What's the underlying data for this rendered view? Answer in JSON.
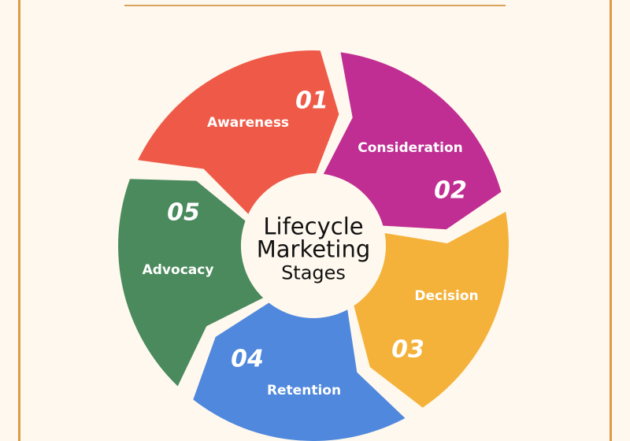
{
  "title": "Lifecycle Marketing Stages",
  "center": {
    "line1": "Lifecycle",
    "line2": "Marketing",
    "line3": "Stages"
  },
  "stages": [
    {
      "number": "01",
      "label": "Awareness",
      "color": "#EE5A47"
    },
    {
      "number": "02",
      "label": "Consideration",
      "color": "#C02E93"
    },
    {
      "number": "03",
      "label": "Decision",
      "color": "#F4B23A"
    },
    {
      "number": "04",
      "label": "Retention",
      "color": "#4F88DC"
    },
    {
      "number": "05",
      "label": "Advocacy",
      "color": "#4A8A5C"
    }
  ],
  "colors": {
    "background": "#FFF8EE",
    "border": "#DE9B47"
  }
}
